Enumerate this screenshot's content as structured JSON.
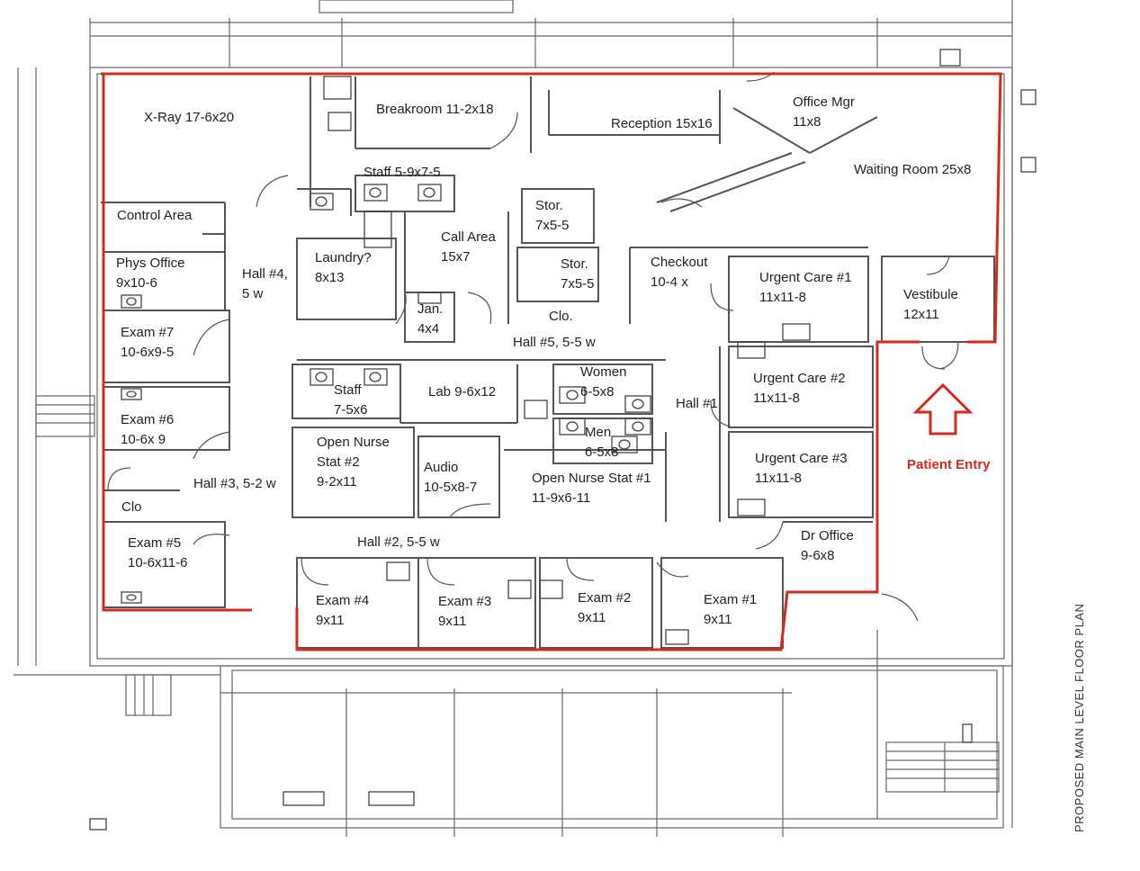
{
  "plan": {
    "title": "PROPOSED MAIN LEVEL FLOOR PLAN",
    "entry_label": "Patient Entry",
    "accent_color": "#d42a1e",
    "line_color": "#555555"
  },
  "rooms": [
    {
      "key": "xray",
      "line1": "X-Ray 17-6x20",
      "line2": ""
    },
    {
      "key": "breakroom",
      "line1": "Breakroom 11-2x18",
      "line2": ""
    },
    {
      "key": "reception",
      "line1": "Reception 15x16",
      "line2": ""
    },
    {
      "key": "office_mgr",
      "line1": "Office Mgr",
      "line2": "11x8"
    },
    {
      "key": "waiting",
      "line1": "Waiting Room 25x8",
      "line2": ""
    },
    {
      "key": "staff1",
      "line1": "Staff 5-9x7-5",
      "line2": ""
    },
    {
      "key": "control",
      "line1": "Control Area",
      "line2": ""
    },
    {
      "key": "stor1",
      "line1": "Stor.",
      "line2": "7x5-5"
    },
    {
      "key": "call",
      "line1": "Call Area",
      "line2": "15x7"
    },
    {
      "key": "laundry",
      "line1": "Laundry?",
      "line2": "8x13"
    },
    {
      "key": "hall4",
      "line1": "Hall #4,",
      "line2": "5 w"
    },
    {
      "key": "phys",
      "line1": "Phys Office",
      "line2": "9x10-6"
    },
    {
      "key": "stor2",
      "line1": "Stor.",
      "line2": "7x5-5"
    },
    {
      "key": "checkout",
      "line1": "Checkout",
      "line2": "10-4 x"
    },
    {
      "key": "uc1",
      "line1": "Urgent Care #1",
      "line2": "11x11-8"
    },
    {
      "key": "vestibule",
      "line1": "Vestibule",
      "line2": "12x11"
    },
    {
      "key": "jan",
      "line1": "Jan.",
      "line2": "4x4"
    },
    {
      "key": "clo1",
      "line1": "Clo.",
      "line2": ""
    },
    {
      "key": "hall5",
      "line1": "Hall #5, 5-5 w",
      "line2": ""
    },
    {
      "key": "exam7",
      "line1": "Exam #7",
      "line2": "10-6x9-5"
    },
    {
      "key": "women",
      "line1": "Women",
      "line2": "6-5x8"
    },
    {
      "key": "uc2",
      "line1": "Urgent Care #2",
      "line2": "11x11-8"
    },
    {
      "key": "staff2",
      "line1": "Staff",
      "line2": "7-5x6"
    },
    {
      "key": "lab",
      "line1": "Lab 9-6x12",
      "line2": ""
    },
    {
      "key": "hall1",
      "line1": "Hall #1",
      "line2": ""
    },
    {
      "key": "exam6",
      "line1": "Exam #6",
      "line2": "10-6x 9"
    },
    {
      "key": "men",
      "line1": "Men",
      "line2": "6-5x8"
    },
    {
      "key": "open2",
      "line1": "Open Nurse",
      "line2": "Stat #2"
    },
    {
      "key": "audio",
      "line1": "Audio",
      "line2": "10-5x8-7"
    },
    {
      "key": "uc3",
      "line1": "Urgent Care #3",
      "line2": "11x11-8"
    },
    {
      "key": "hall3",
      "line1": "Hall #3, 5-2 w",
      "line2": ""
    },
    {
      "key": "open1",
      "line1": "Open Nurse Stat #1",
      "line2": "11-9x6-11"
    },
    {
      "key": "clo2",
      "line1": "Clo",
      "line2": ""
    },
    {
      "key": "dr",
      "line1": "Dr Office",
      "line2": "9-6x8"
    },
    {
      "key": "exam5",
      "line1": "Exam #5",
      "line2": "10-6x11-6"
    },
    {
      "key": "hall2",
      "line1": "Hall #2, 5-5 w",
      "line2": ""
    },
    {
      "key": "exam4",
      "line1": "Exam #4",
      "line2": "9x11"
    },
    {
      "key": "exam3",
      "line1": "Exam #3",
      "line2": "9x11"
    },
    {
      "key": "exam2",
      "line1": "Exam #2",
      "line2": "9x11"
    },
    {
      "key": "exam1",
      "line1": "Exam #1",
      "line2": "9x11"
    },
    {
      "key": "open2b",
      "line1": "9-2x11",
      "line2": ""
    }
  ]
}
